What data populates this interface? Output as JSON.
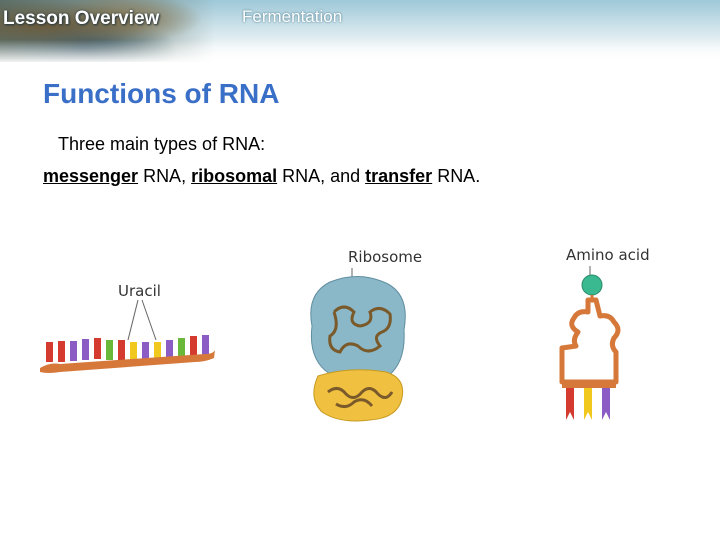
{
  "header": {
    "section_label": "Lesson Overview",
    "chapter_title": "Fermentation"
  },
  "slide": {
    "title": "Functions of RNA",
    "intro": "Three main types of RNA:",
    "types_line": {
      "t1": "messenger",
      "s1": " RNA, ",
      "t2": "ribosomal",
      "s2": " RNA, and ",
      "t3": "transfer",
      "s3": " RNA."
    }
  },
  "figure": {
    "mrna_label": "Uracil",
    "ribosome_label": "Ribosome",
    "trna_label": "Amino acid"
  },
  "colors": {
    "title": "#3a6fc8",
    "strand_backbone": "#d6783a",
    "base_red": "#d43a2e",
    "base_purple": "#8a5cc4",
    "base_yellow": "#f0c81e",
    "base_green": "#6ab83a",
    "ribosome_large_subunit": "#8bb8c8",
    "ribosome_small_subunit": "#f0c040",
    "amino_acid": "#3ab890"
  }
}
